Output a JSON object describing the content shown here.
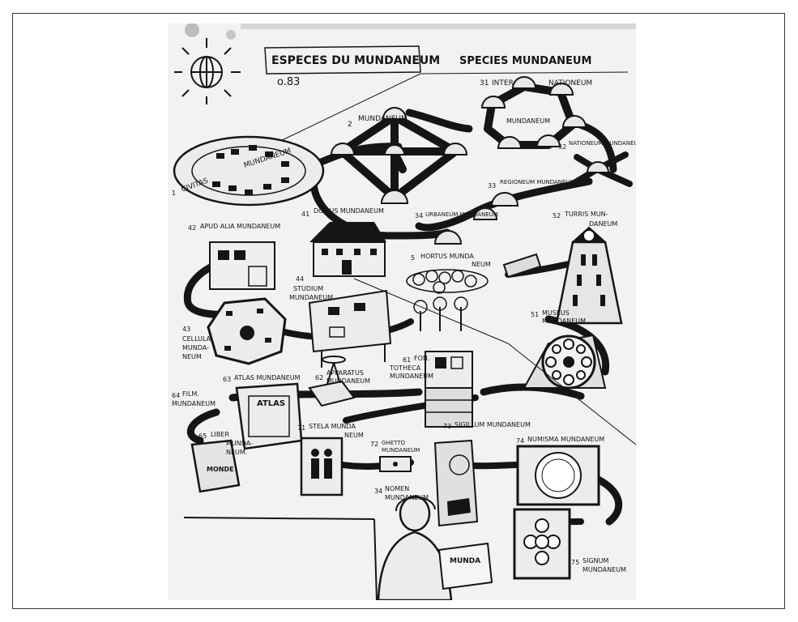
{
  "title": {
    "left": "ESPECES DU MUNDANEUM",
    "right": "SPECIES MUNDANEUM",
    "ref": "o.83"
  },
  "labels": {
    "interNationeum": "INTER-",
    "nationeum": "NATIONEUM",
    "mundaneumHub": "MUNDANEUM",
    "mundaneumCenter": "MUNDANEUM",
    "nationeumMundaneum": "NATIONEUM MUNDANEUM",
    "regioneum": "REGIONEUM MUNDANEUM",
    "urbaneum": "URBANEUM MUNDANEUM",
    "civitas": "CIVITAS",
    "civitasMundaneum": "MUNDANEUM",
    "turris": "TURRIS MUN-",
    "turrisB": "DANEUM",
    "apud": "APUD ALIA MUNDANEUM",
    "domus": "DOMUS MUNDANEUM",
    "hortus": "HORTUS MUNDA",
    "hortusB": "NEUM",
    "studium": "STUDIUM",
    "studiumB": "MUNDANEUM",
    "cellula": "CELLULA",
    "cellulaB": "MUNDA-",
    "cellulaC": "NEUM",
    "museum": "MUSEUS",
    "museumB": "MUNDANEUM",
    "atlas": "ATLAS MUNDANEUM",
    "atlasBook": "ATLAS",
    "apparatus": "APPARATUS",
    "apparatusB": "MUNDANEUM",
    "fon": "FON.",
    "fonB": "TOTHECA",
    "fonC": "MUNDANEUM",
    "film": "FILM.",
    "filmB": "MUNDANEUM",
    "liber": "LIBER",
    "liberB": "MUNDA-",
    "liberC": "NEUM.",
    "liberBook": "MONDE",
    "stela": "STELA MUNDA",
    "stelaB": "NEUM",
    "sigillum": "SIGILLUM MUNDANEUM",
    "numisma": "NUMISMA MUNDANEUM",
    "ghetto": "GHETTO",
    "ghettoB": "MUNDANEUM",
    "nomen": "NOMEN",
    "nomenB": "MUNDANEUM",
    "signum": "SIGNUM",
    "signumB": "MUNDANEUM",
    "mundaPaper": "MUNDA"
  },
  "numbers": {
    "n1": "1",
    "n2": "2",
    "n31": "31",
    "n32": "32",
    "n33": "33",
    "n34": "34",
    "n41": "41",
    "n42": "42",
    "n43": "43",
    "n44": "44",
    "n5": "5",
    "n51": "51",
    "n52": "52",
    "n61": "61",
    "n62": "62",
    "n63": "63",
    "n64": "64",
    "n65": "65",
    "n71": "71",
    "n72": "72",
    "n73": "73",
    "n74": "74",
    "n75": "75"
  },
  "colors": {
    "ink": "#151515",
    "paper": "#f2f2f0",
    "frame": "#3a3a3a"
  }
}
